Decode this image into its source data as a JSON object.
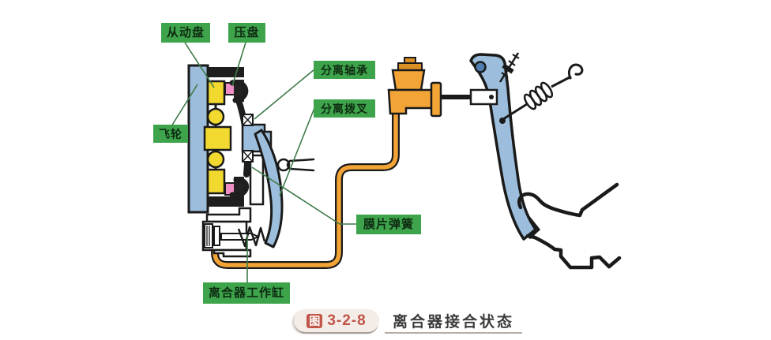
{
  "diagram": {
    "labels": [
      {
        "text": "从动盘",
        "target": "driven-plate"
      },
      {
        "text": "压盘",
        "target": "pressure-plate"
      },
      {
        "text": "分离轴承",
        "target": "release-bearing"
      },
      {
        "text": "分离拨叉",
        "target": "release-fork"
      },
      {
        "text": "飞轮",
        "target": "flywheel"
      },
      {
        "text": "膜片弹簧",
        "target": "diaphragm-spring"
      },
      {
        "text": "离合器工作缸",
        "target": "clutch-slave-cylinder"
      }
    ],
    "caption": {
      "badge_prefix": "图",
      "badge_number": "3-2-8",
      "title": "离合器接合状态"
    },
    "colors": {
      "label_green": "#3EA44B",
      "leader_green": "#3E7A49",
      "part_blue": "#9CBEDC",
      "part_yellow": "#F2D92F",
      "part_orange": "#F2A437",
      "part_pink": "#F08FC6",
      "outline_black": "#1A1A1A",
      "caption_red": "#C05548",
      "caption_badge_bg": "#F3ECE7",
      "caption_title_gray": "#3C3C3C"
    }
  }
}
